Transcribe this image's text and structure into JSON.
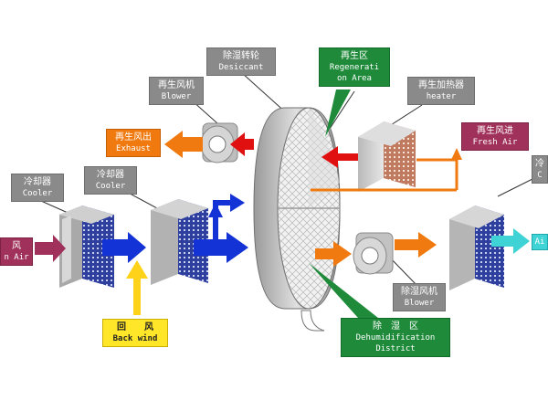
{
  "labels": {
    "desiccant": {
      "zh": "除湿转轮",
      "en": "Desiccant"
    },
    "regeneration_area": {
      "zh": "再生区",
      "en_line1": "Regenerati",
      "en_line2": "on Area"
    },
    "regen_blower": {
      "zh": "再生风机",
      "en": "Blower"
    },
    "heater": {
      "zh": "再生加热器",
      "en": "heater"
    },
    "exhaust": {
      "zh": "再生风出",
      "en": "Exhaust"
    },
    "fresh_air": {
      "zh": "再生风进",
      "en": "Fresh Air"
    },
    "cooler_left": {
      "zh": "冷却器",
      "en": "Cooler"
    },
    "cooler_mid": {
      "zh": "冷却器",
      "en": "Cooler"
    },
    "cooler_right": {
      "zh": "冷",
      "en": "C"
    },
    "inlet_air": {
      "zh": "风",
      "en": "n Air"
    },
    "back_wind": {
      "zh": "回　　风",
      "en": "Back wind"
    },
    "dehumid_blower": {
      "zh": "除湿风机",
      "en": "Blower"
    },
    "dehumid_district": {
      "zh": "除　湿　区",
      "en_line1": "Dehumidification",
      "en_line2": "District"
    },
    "outlet_air": {
      "en": "Ai"
    }
  },
  "colors": {
    "gray_label": "#8a8a8a",
    "green_label": "#1e8a3a",
    "orange": "#f07a10",
    "maroon": "#a0315a",
    "yellow": "#ffe629",
    "cyan": "#3fd3d6",
    "blue_arrow": "#1433d6",
    "red_arrow": "#e01010"
  }
}
